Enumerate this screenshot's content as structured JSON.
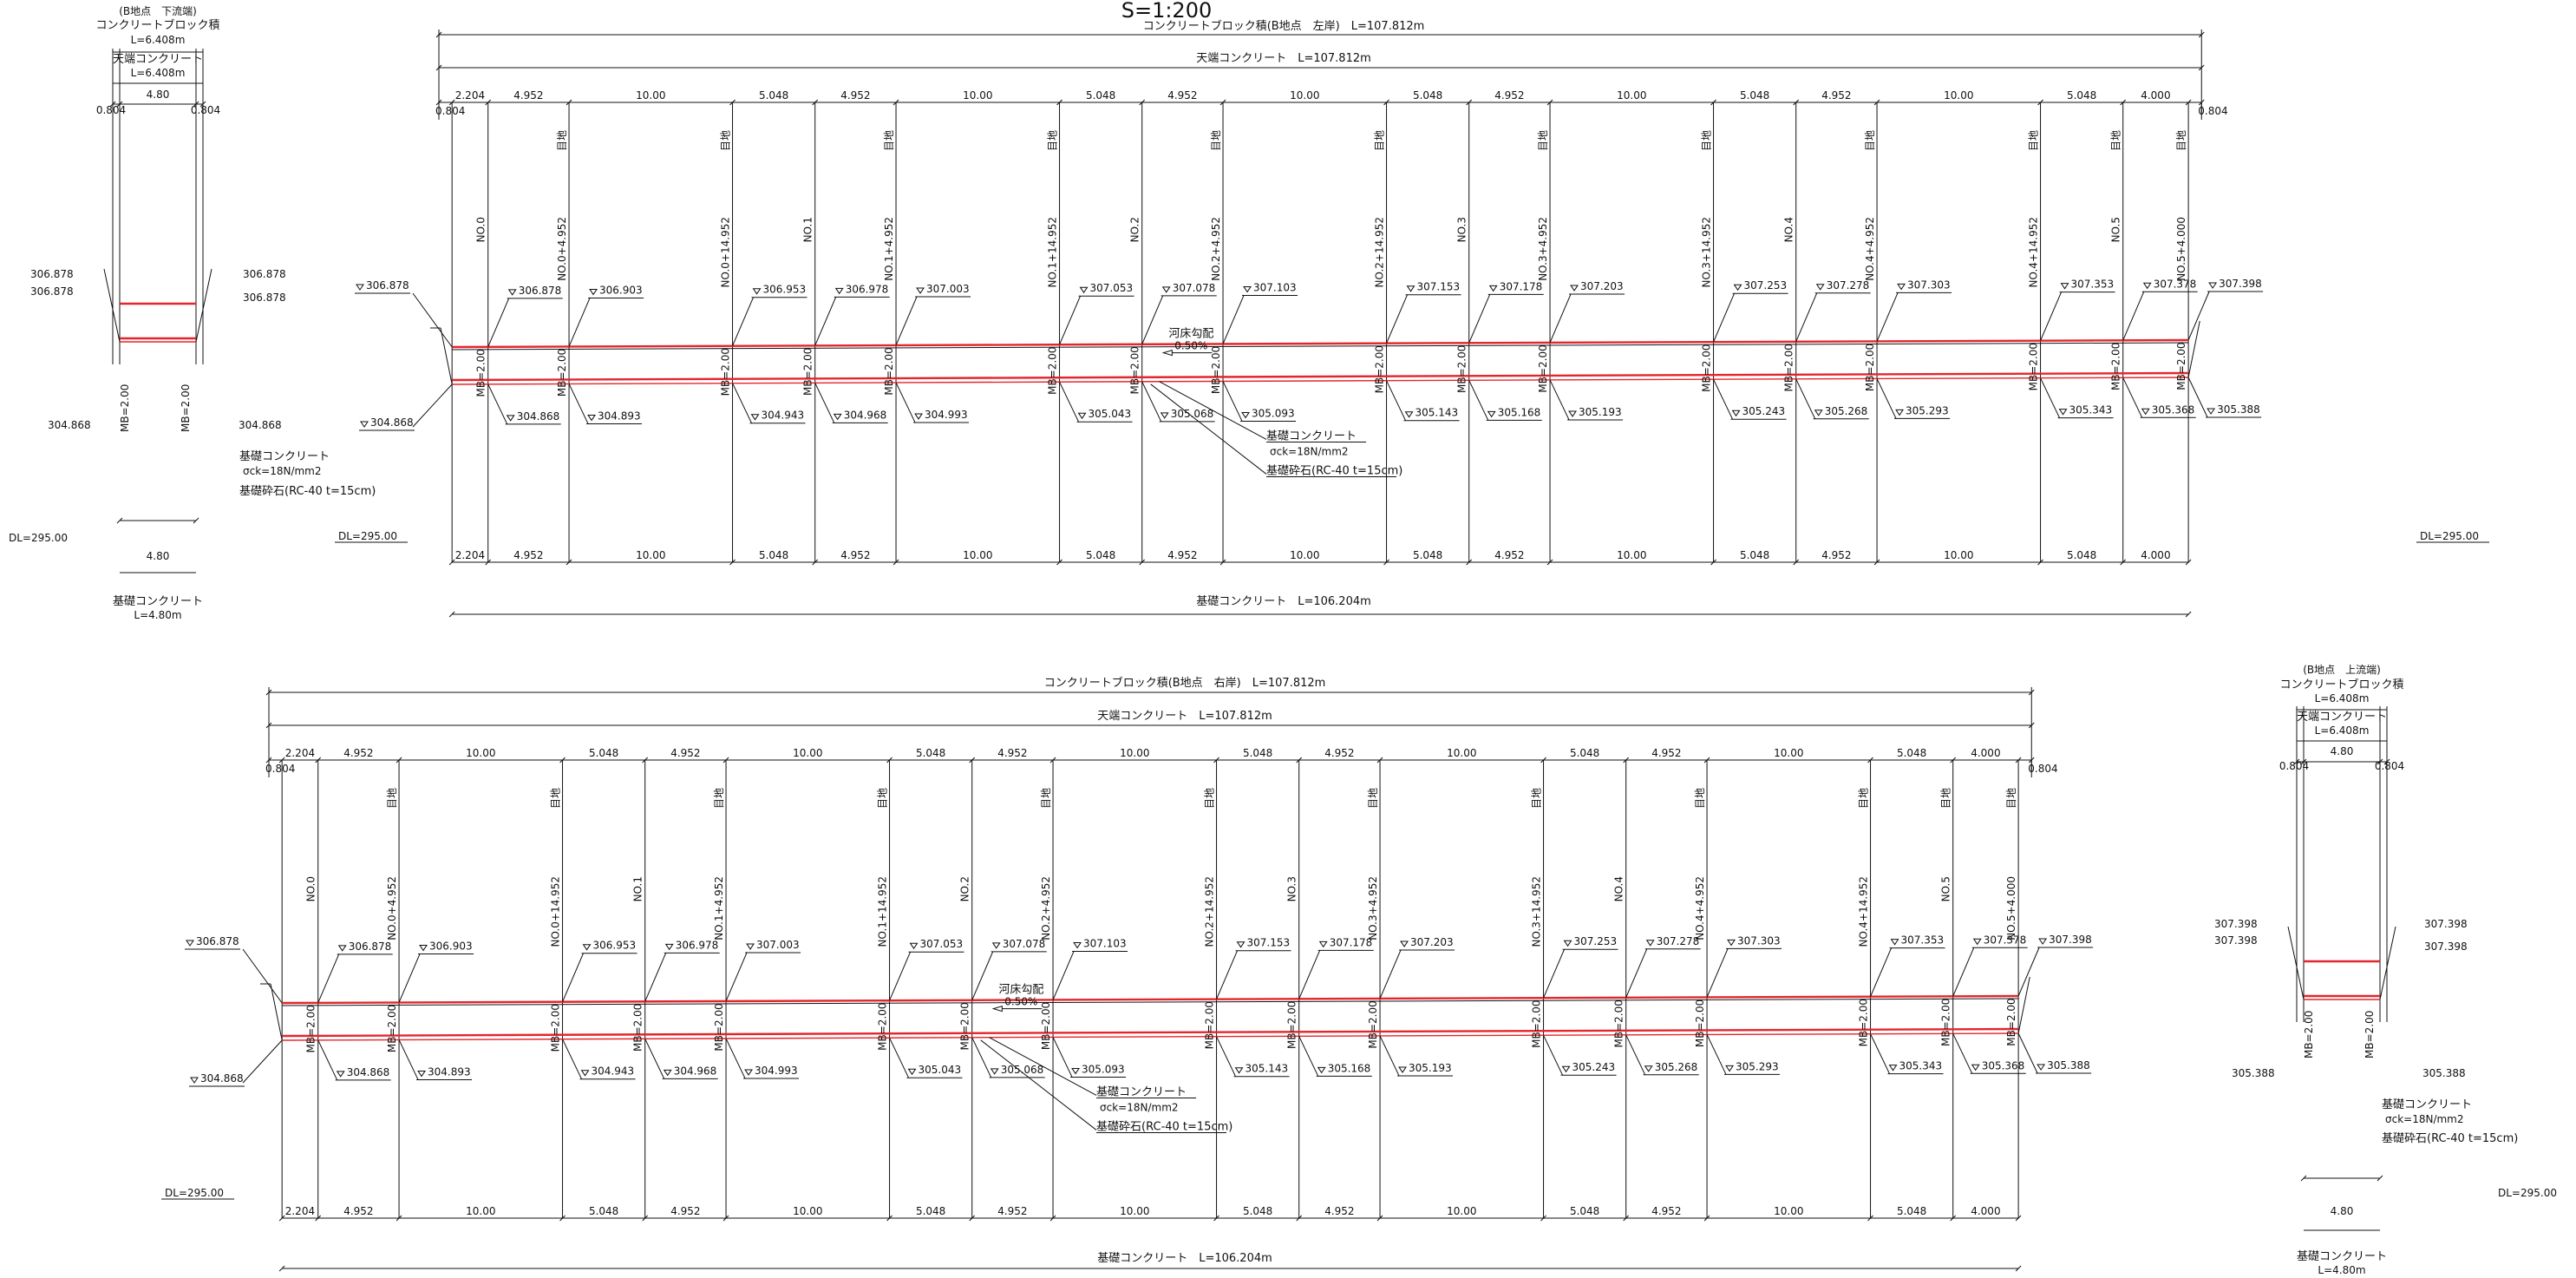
{
  "title": "S=1:200",
  "colors": {
    "ink": "#111111",
    "block": "#e3262c"
  },
  "labels": {
    "mejiri": "目地",
    "mb": "MB=2.00",
    "dl": "DL=295.00",
    "gradient": "河床勾配",
    "gradient_val": "0.50%",
    "found_conc": "基礎コンクリート",
    "sigma": "σck=18N/mm2",
    "gravel": "基礎砕石(RC-40 t=15cm)"
  },
  "top": {
    "title": "コンクリートブロック積(B地点　左岸)　L=107.812m",
    "crown": "天端コンクリート　L=107.812m",
    "base": "基礎コンクリート　L=106.204m"
  },
  "bottom": {
    "title": "コンクリートブロック積(B地点　右岸)　L=107.812m",
    "crown": "天端コンクリート　L=107.812m",
    "base": "基礎コンクリート　L=106.204m"
  },
  "sec_down": {
    "title1": "(B地点　下流端)",
    "title2": "コンクリートブロック積",
    "len1": "L=6.408m",
    "crown": "天端コンクリート",
    "len2": "L=6.408m",
    "e1": "0.804",
    "w": "4.80",
    "e2": "0.804",
    "top1": "306.878",
    "top2": "306.878",
    "top3": "306.878",
    "top4": "306.878",
    "bot1": "304.868",
    "bot2": "304.868",
    "bw": "4.80",
    "base": "基礎コンクリート",
    "blen": "L=4.80m"
  },
  "sec_up": {
    "title1": "(B地点　上流端)",
    "title2": "コンクリートブロック積",
    "len1": "L=6.408m",
    "crown": "天端コンクリート",
    "len2": "L=6.408m",
    "e1": "0.804",
    "w": "4.80",
    "e2": "0.804",
    "top1": "307.398",
    "top2": "307.398",
    "top3": "307.398",
    "top4": "307.398",
    "bot1": "305.388",
    "bot2": "305.388",
    "bw": "4.80",
    "base": "基礎コンクリート",
    "blen": "L=4.80m"
  },
  "crown_dims": [
    "0.804",
    "2.204",
    "4.952",
    "10.00",
    "5.048",
    "4.952",
    "10.00",
    "5.048",
    "4.952",
    "10.00",
    "5.048",
    "4.952",
    "10.00",
    "5.048",
    "4.952",
    "10.00",
    "5.048",
    "4.000",
    "0.804"
  ],
  "base_dims": [
    "2.204",
    "4.952",
    "10.00",
    "5.048",
    "4.952",
    "10.00",
    "5.048",
    "4.952",
    "10.00",
    "5.048",
    "4.952",
    "10.00",
    "5.048",
    "4.952",
    "10.00",
    "5.048",
    "4.000"
  ],
  "stations": [
    "NO.0",
    "NO.0+4.952",
    "NO.0+14.952",
    "NO.1",
    "NO.1+4.952",
    "NO.1+14.952",
    "NO.2",
    "NO.2+4.952",
    "NO.2+14.952",
    "NO.3",
    "NO.3+4.952",
    "NO.3+14.952",
    "NO.4",
    "NO.4+4.952",
    "NO.4+14.952",
    "NO.5",
    "NO.5+4.000"
  ],
  "tops": [
    "306.878",
    "306.878",
    "306.903",
    "306.953",
    "306.978",
    "307.003",
    "307.053",
    "307.078",
    "307.103",
    "307.153",
    "307.178",
    "307.203",
    "307.253",
    "307.278",
    "307.303",
    "307.353",
    "307.378",
    "307.398"
  ],
  "bots": [
    "304.868",
    "304.868",
    "304.893",
    "304.943",
    "304.968",
    "304.993",
    "305.043",
    "305.068",
    "305.093",
    "305.143",
    "305.168",
    "305.193",
    "305.243",
    "305.268",
    "305.293",
    "305.343",
    "305.368",
    "305.388"
  ]
}
